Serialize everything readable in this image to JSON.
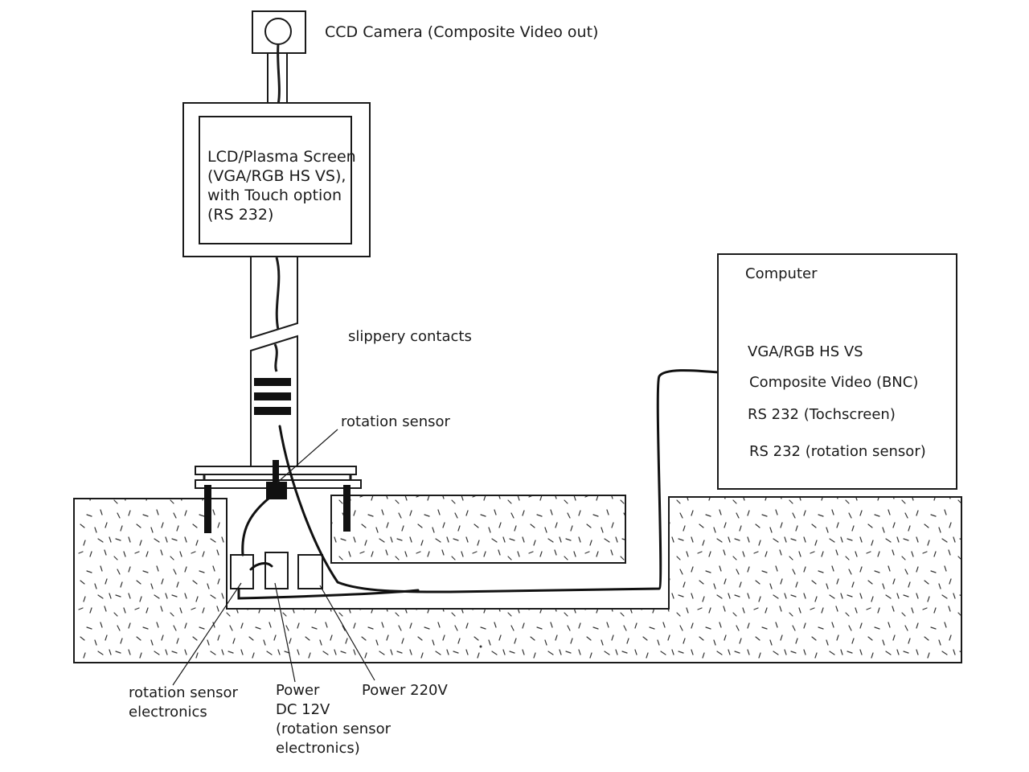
{
  "labels": {
    "camera": "CCD Camera (Composite Video out)",
    "screen": [
      "LCD/Plasma Screen",
      "(VGA/RGB HS VS),",
      "with Touch option",
      "(RS 232)"
    ],
    "slippery_contacts": "slippery contacts",
    "rotation_sensor": "rotation sensor",
    "rotation_sensor_electronics": [
      "rotation sensor",
      "electronics"
    ],
    "power_dc": [
      "Power",
      "DC 12V",
      "(rotation sensor",
      "electronics)"
    ],
    "power_220": "Power 220V"
  },
  "computer": {
    "title": "Computer",
    "ports": [
      "VGA/RGB HS VS",
      "Composite Video (BNC)",
      "RS 232 (Tochscreen)",
      "RS 232 (rotation sensor)"
    ]
  }
}
